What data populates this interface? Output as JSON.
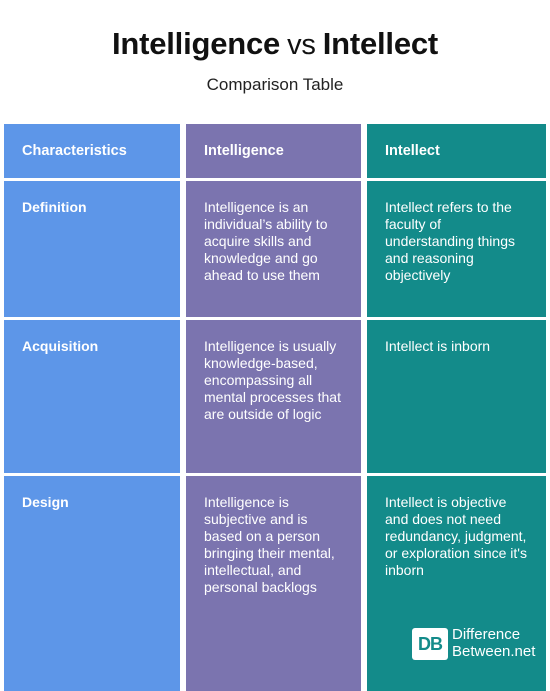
{
  "header": {
    "title_left": "Intelligence",
    "title_vs": "vs",
    "title_right": "Intellect",
    "subtitle": "Comparison Table"
  },
  "table": {
    "columns": [
      "Characteristics",
      "Intelligence",
      "Intellect"
    ],
    "rows": [
      {
        "characteristic": "Definition",
        "intelligence": "Intelligence is an individual’s ability to acquire skills and knowledge and go ahead to use them",
        "intellect": "Intellect refers to the faculty of understanding things and reasoning objectively"
      },
      {
        "characteristic": "Acquisition",
        "intelligence": "Intelligence is usually knowledge-based, encompassing all mental processes that are outside of logic",
        "intellect": "Intellect is inborn"
      },
      {
        "characteristic": "Design",
        "intelligence": "Intelligence is subjective and is based on a person bringing their mental, intellectual, and personal backlogs",
        "intellect": "Intellect is objective and does not need redundancy, judgment, or exploration since it's inborn"
      }
    ]
  },
  "logo": {
    "badge": "DB",
    "line1": "Difference",
    "line2": "Between.net"
  },
  "colors": {
    "col_characteristics": "#5d96e8",
    "col_intelligence": "#7b74af",
    "col_intellect": "#138b8a"
  }
}
